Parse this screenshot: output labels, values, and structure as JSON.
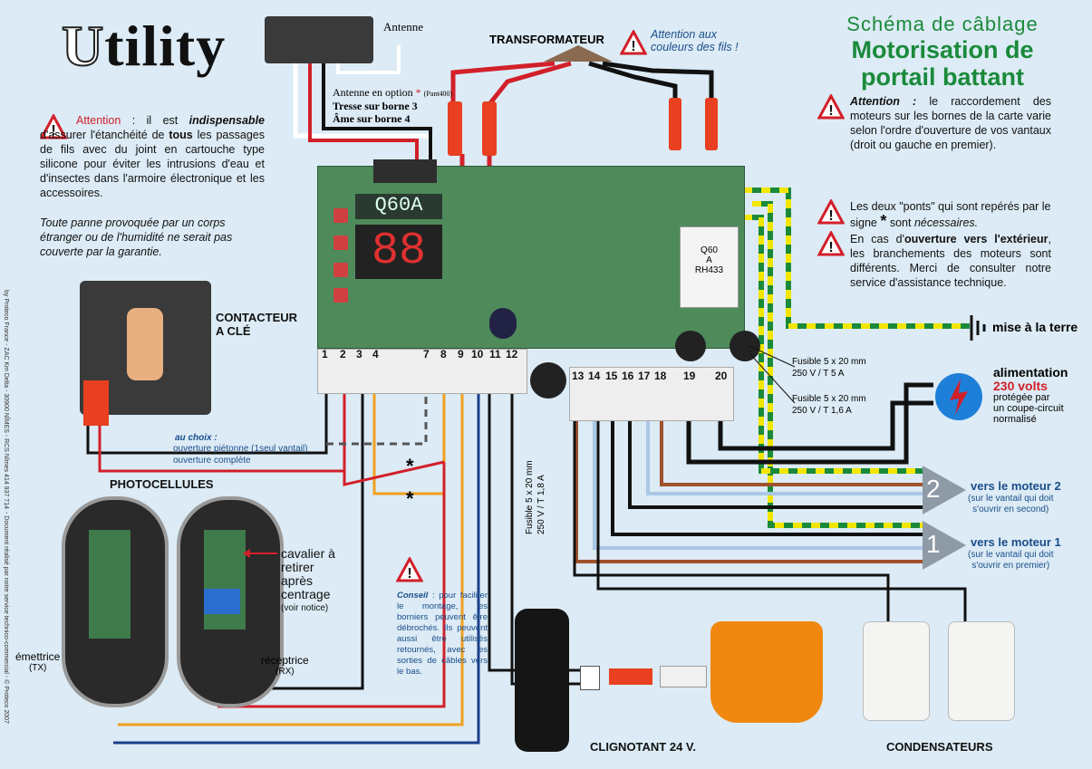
{
  "logo": {
    "first_letter": "U",
    "rest": "tility"
  },
  "antenna": {
    "label": "Antenne",
    "option_title": "Antenne en option",
    "option_star": "*",
    "option_model": "(Pant400)",
    "tresse": "Tresse sur borne 3",
    "ame": "Âme sur borne 4"
  },
  "transformer": {
    "label": "TRANSFORMATEUR",
    "note": "Attention aux couleurs des fils !"
  },
  "title": {
    "line1": "Schéma de câblage",
    "line2": "Motorisation de",
    "line3": "portail battant"
  },
  "warning_left": {
    "attention": "Attention",
    "colon": " : il est ",
    "indispensable": "indispensable",
    "t1": " d'assurer l'étanchéité de ",
    "tous": "tous",
    "t2": " les passages de fils avec du joint en cartouche type silicone pour éviter les intrusions d'eau et d'insectes dans l'armoire électronique et les accessoires.",
    "guarantee": "Toute panne provoquée par un corps étranger ou de l'humidité ne serait pas couverte par la garantie."
  },
  "warning_right1": {
    "attention": "Attention :",
    "text": " le raccordement des moteurs sur les bornes de la carte varie selon l'ordre d'ouverture de vos vantaux (droit ou gauche en premier)."
  },
  "warning_right2": {
    "t1": "Les deux \"ponts\" qui sont repérés par le signe ",
    "star": "*",
    "t2": " sont ",
    "em": "nécessaires."
  },
  "warning_right3": {
    "t1": "En cas d'",
    "bold": "ouverture vers l'extérieur",
    "t2": ", les branchements des moteurs sont différents. Merci de consulter notre service d'assistance technique."
  },
  "board": {
    "model": "Q60A",
    "display": "88",
    "relay_model": "Q60",
    "relay_sub": "A",
    "relay_code": "RH433"
  },
  "terminals_left": [
    "1",
    "2",
    "3",
    "4",
    "7",
    "8",
    "9",
    "10",
    "11",
    "12"
  ],
  "terminals_right": [
    "13",
    "14",
    "15",
    "16",
    "17",
    "18",
    "19",
    "20"
  ],
  "fuses": [
    {
      "line1": "Fusible 5 x 20 mm",
      "line2": "250 V / T 5 A"
    },
    {
      "line1": "Fusible 5 x 20 mm",
      "line2": "250 V / T 1,6 A"
    }
  ],
  "fuse_vertical": {
    "line1": "Fusible 5 x 20 mm",
    "line2": "250 V / T 1,8 A"
  },
  "contacteur": {
    "line1": "CONTACTEUR",
    "line2": "A CLÉ"
  },
  "au_choix": {
    "title": "au choix :",
    "opt1": "ouverture piétonne (1seul vantail)",
    "opt2": "ouverture complète"
  },
  "photocellules": "PHOTOCELLULES",
  "emettrice": {
    "name": "émettrice",
    "code": "(TX)"
  },
  "receptrice": {
    "name": "réceptrice",
    "code": "(RX)"
  },
  "cavalier": {
    "text": "cavalier à retirer après centrage",
    "note": "(voir notice)"
  },
  "conseil": {
    "label": "Conseil",
    "text": " : pour faciliter le montage, les borniers peuvent être débrochés. Ils peuvent aussi être utilisés retournés, avec les sorties de câbles vers le bas."
  },
  "mise_terre": "mise à la terre",
  "alimentation": {
    "title": "alimentation",
    "volts": "230 volts",
    "t1": "protégée par",
    "t2": "un coupe-circuit",
    "t3": "normalisé"
  },
  "motor2": {
    "num": "2",
    "title": "vers le moteur 2",
    "sub1": "(sur le vantail qui doit",
    "sub2": "s'ouvrir en second)"
  },
  "motor1": {
    "num": "1",
    "title": "vers le moteur 1",
    "sub1": "(sur le vantail qui doit",
    "sub2": "s'ouvrir en premier)"
  },
  "clignotant": "CLIGNOTANT 24 V.",
  "condensateurs": "CONDENSATEURS",
  "side_left": "by Proteco France - ZAC Km Delta - 30900 NÎMES - RCS Nîmes 414 937 714",
  "side_right": "- Document réalisé par notre service technico-commercial - © Proteco 2007",
  "colors": {
    "red": "#d2202a",
    "black": "#111111",
    "blue": "#1a3f8c",
    "orange": "#f0a020",
    "brown": "#a0522d",
    "green": "#1a8a3a",
    "yellow": "#f2e600",
    "lightblue": "#aac7e6"
  }
}
